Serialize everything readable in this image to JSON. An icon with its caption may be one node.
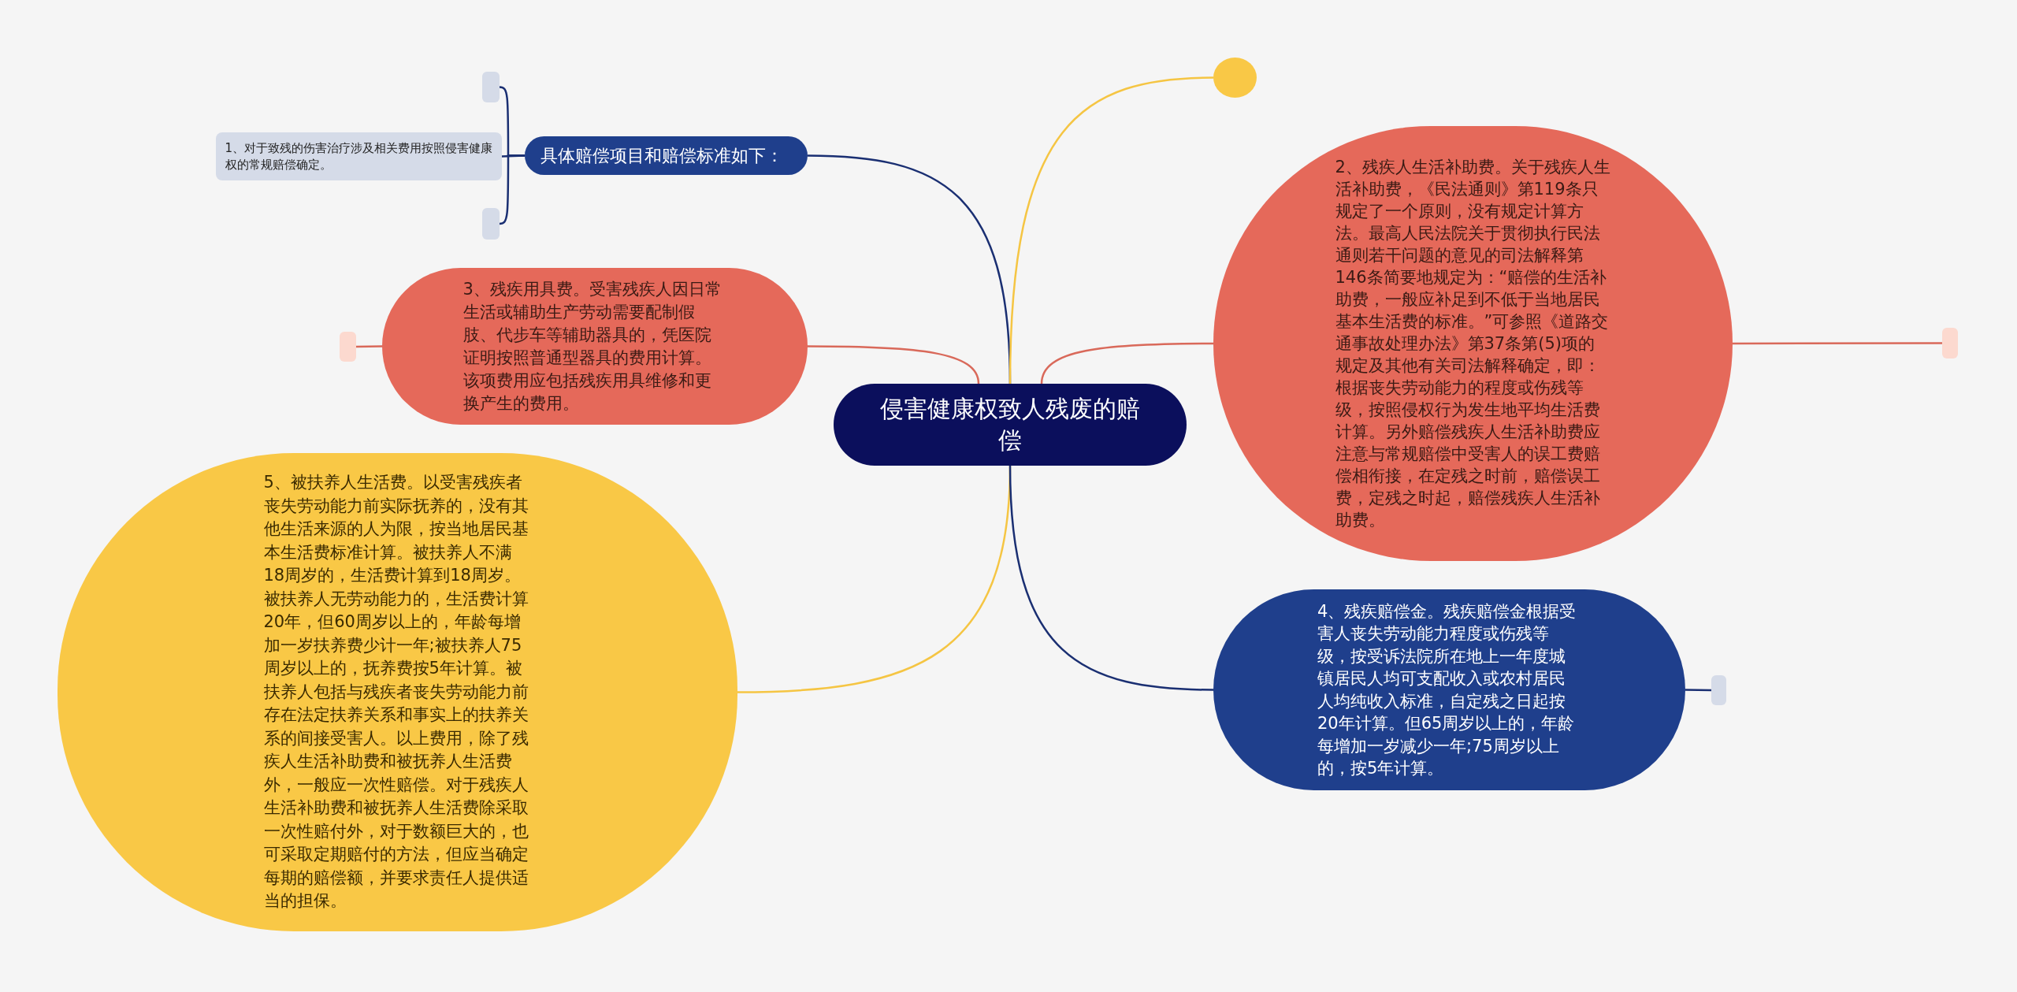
{
  "diagram": {
    "nodes": [
      {
        "text": [
          "侵害健康权致人残废的赔偿"
        ]
      },
      {
        "text": [
          "具体赔偿项目和赔偿标准如下："
        ]
      },
      {
        "text": [],
        "shape": "box"
      },
      {
        "text": [
          "1、对于致残的伤害治疗涉及相关费用按照侵害健康权的常规赔偿确定。"
        ]
      },
      {
        "text": [],
        "shape": "box"
      },
      {
        "text": [],
        "shape": "circle"
      },
      {
        "text": [
          "2、残疾人生活补助费。关于残疾人生活补助费，《民法通则》第119条只规定了一个原则，没有规定计算方法。最高人民法院关于贯彻执行民法通则若干问题的意见的司法解释第146条简要地规定为：“赔偿的生活补助费，一般应补足到不低于当地居民基本生活费的标准。”可参照《道路交通事故处理办法》第37条第(5)项的规定及其他有关司法解释确定，即：根据丧失劳动能力的程度或伤残等级，按照侵权行为发生地平均生活费计算。另外赔偿残疾人生活补助费应注意与常规赔偿中受害人的误工费赔偿相衔接，在定残之时前，赔偿误工费，定残之时起，赔偿残疾人生活补助费。"
        ]
      },
      {
        "text": [],
        "shape": "box"
      },
      {
        "text": [
          "3、残疾用具费。受害残疾人因日常生活或辅助生产劳动需要配制假肢、代步车等辅助器具的，凭医院证明按照普通型器具的费用计算。该项费用应包括残疾用具维修和更换产生的费用。"
        ]
      },
      {
        "text": [],
        "shape": "box"
      },
      {
        "text": [
          "5、被扶养人生活费。以受害残疾者丧失劳动能力前实际抚养的，没有其他生活来源的人为限，按当地居民基本生活费标准计算。被扶养人不满18周岁的，生活费计算到18周岁。被扶养人无劳动能力的，生活费计算20年，但60周岁以上的，年龄每增加一岁扶养费少计一年;被扶养人75周岁以上的，抚养费按5年计算。被扶养人包括与残疾者丧失劳动能力前存在法定扶养关系和事实上的扶养关系的间接受害人。以上费用，除了残疾人生活补助费和被抚养人生活费外，一般应一次性赔偿。对于残疾人生活补助费和被抚养人生活费除采取一次性赔付外，对于数额巨大的，也可采取定期赔付的方法，但应当确定每期的赔偿额，并要求责任人提供适当的担保。"
        ]
      },
      {
        "text": [
          "4、残疾赔偿金。残疾赔偿金根据受害人丧失劳动能力程度或伤残等级，按受诉法院所在地上一年度城镇居民人均可支配收入或农村居民人均纯收入标准，自定残之日起按20年计算。但65周岁以上的，年龄每增加一岁减少一年;75周岁以上的，按5年计算。"
        ]
      },
      {
        "text": [],
        "shape": "box"
      }
    ],
    "edges": [
      {
        "from": 0,
        "to": 1,
        "arrow": "none"
      },
      {
        "from": 1,
        "to": 2,
        "arrow": "none"
      },
      {
        "from": 1,
        "to": 3,
        "arrow": "none"
      },
      {
        "from": 1,
        "to": 4,
        "arrow": "none"
      },
      {
        "from": 0,
        "to": 5,
        "arrow": "none",
        "color": "#f5c543"
      },
      {
        "from": 0,
        "to": 6,
        "arrow": "none",
        "color": "#d9695a"
      },
      {
        "from": 6,
        "to": 7,
        "arrow": "none",
        "color": "#d9695a"
      },
      {
        "from": 0,
        "to": 8,
        "arrow": "none",
        "color": "#d9695a"
      },
      {
        "from": 8,
        "to": 9,
        "arrow": "none",
        "color": "#d9695a"
      },
      {
        "from": 0,
        "to": 10,
        "arrow": "none",
        "color": "#f5c543"
      },
      {
        "from": 0,
        "to": 11,
        "arrow": "none"
      },
      {
        "from": 11,
        "to": 12,
        "arrow": "none"
      }
    ]
  }
}
